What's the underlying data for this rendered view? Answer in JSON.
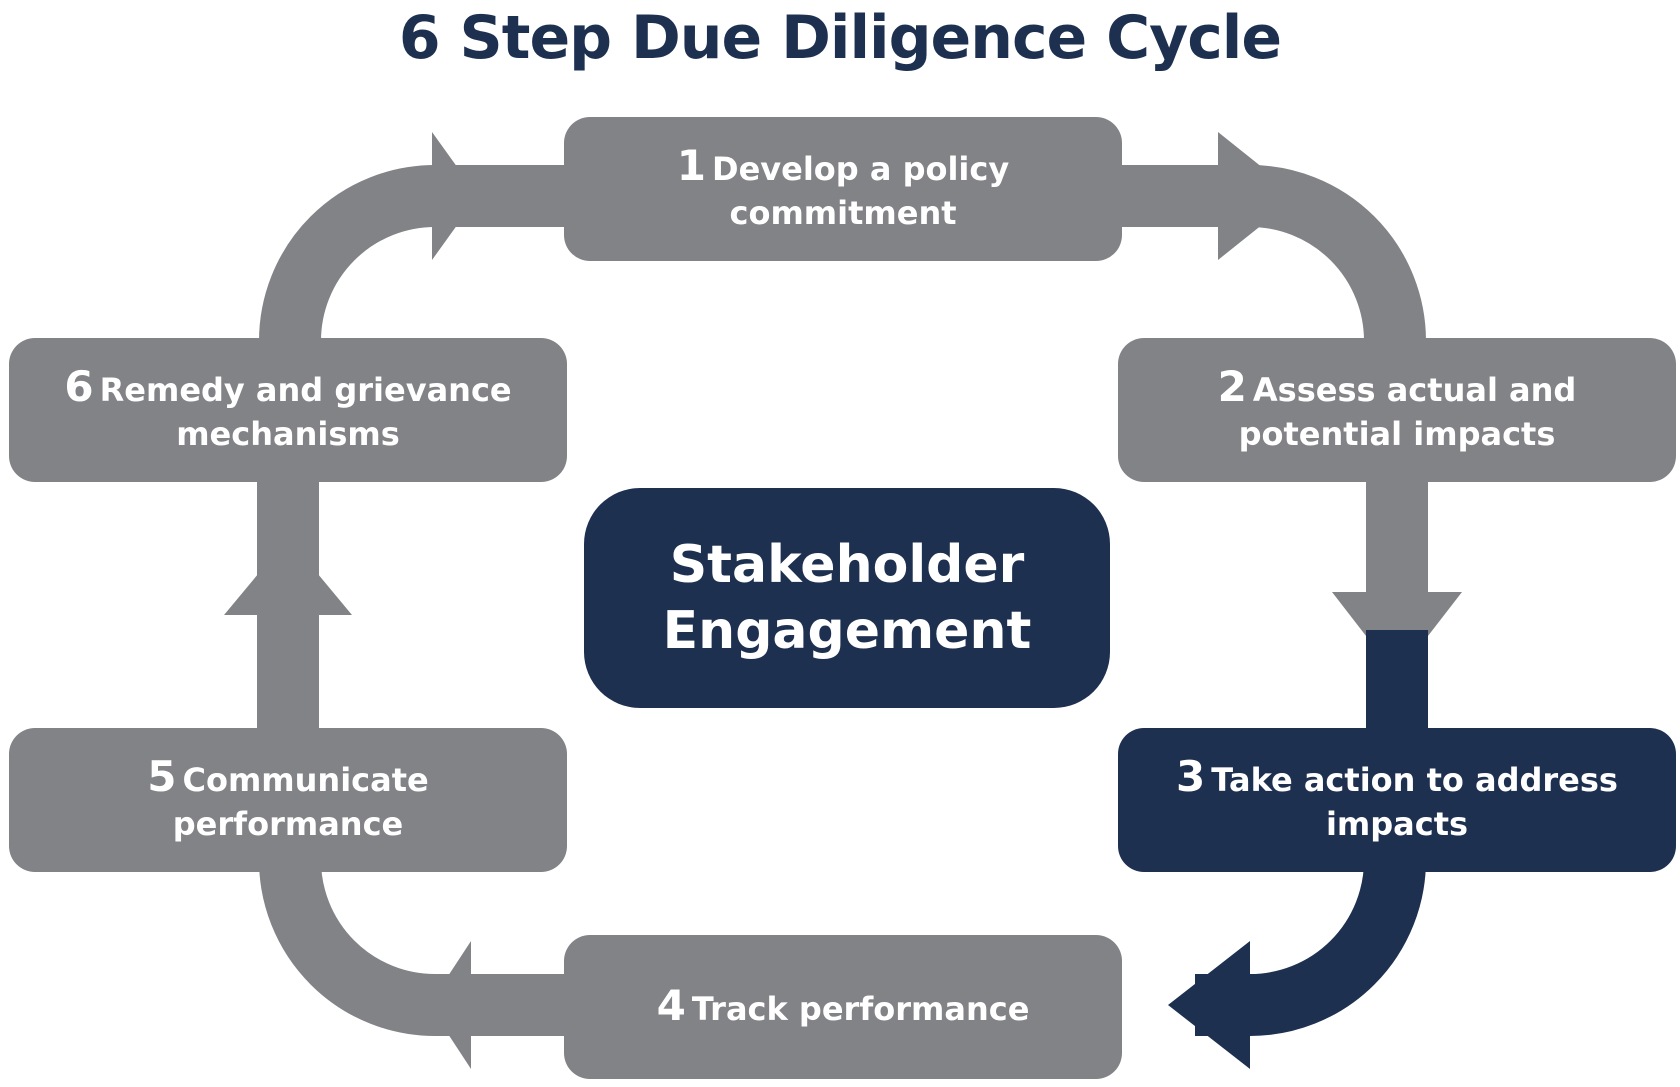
{
  "title": "6 Step Due Diligence Cycle",
  "colors": {
    "navy": "#1e3050",
    "gray": "#828386",
    "white": "#ffffff"
  },
  "center": {
    "label": "Stakeholder Engagement"
  },
  "steps": [
    {
      "number": "1",
      "label": "Develop a policy commitment",
      "highlighted": false
    },
    {
      "number": "2",
      "label": "Assess actual and potential impacts",
      "highlighted": false
    },
    {
      "number": "3",
      "label": "Take action to address impacts",
      "highlighted": true
    },
    {
      "number": "4",
      "label": "Track performance",
      "highlighted": false
    },
    {
      "number": "5",
      "label": "Communicate performance",
      "highlighted": false
    },
    {
      "number": "6",
      "label": "Remedy and grievance mechanisms",
      "highlighted": false
    }
  ],
  "connectors": [
    {
      "from": "1",
      "to": "2",
      "highlighted": false
    },
    {
      "from": "2",
      "to": "3",
      "highlighted": false
    },
    {
      "from": "3",
      "to": "4",
      "highlighted": true
    },
    {
      "from": "4",
      "to": "5",
      "highlighted": false
    },
    {
      "from": "5",
      "to": "6",
      "highlighted": false
    },
    {
      "from": "6",
      "to": "1",
      "highlighted": false
    }
  ]
}
